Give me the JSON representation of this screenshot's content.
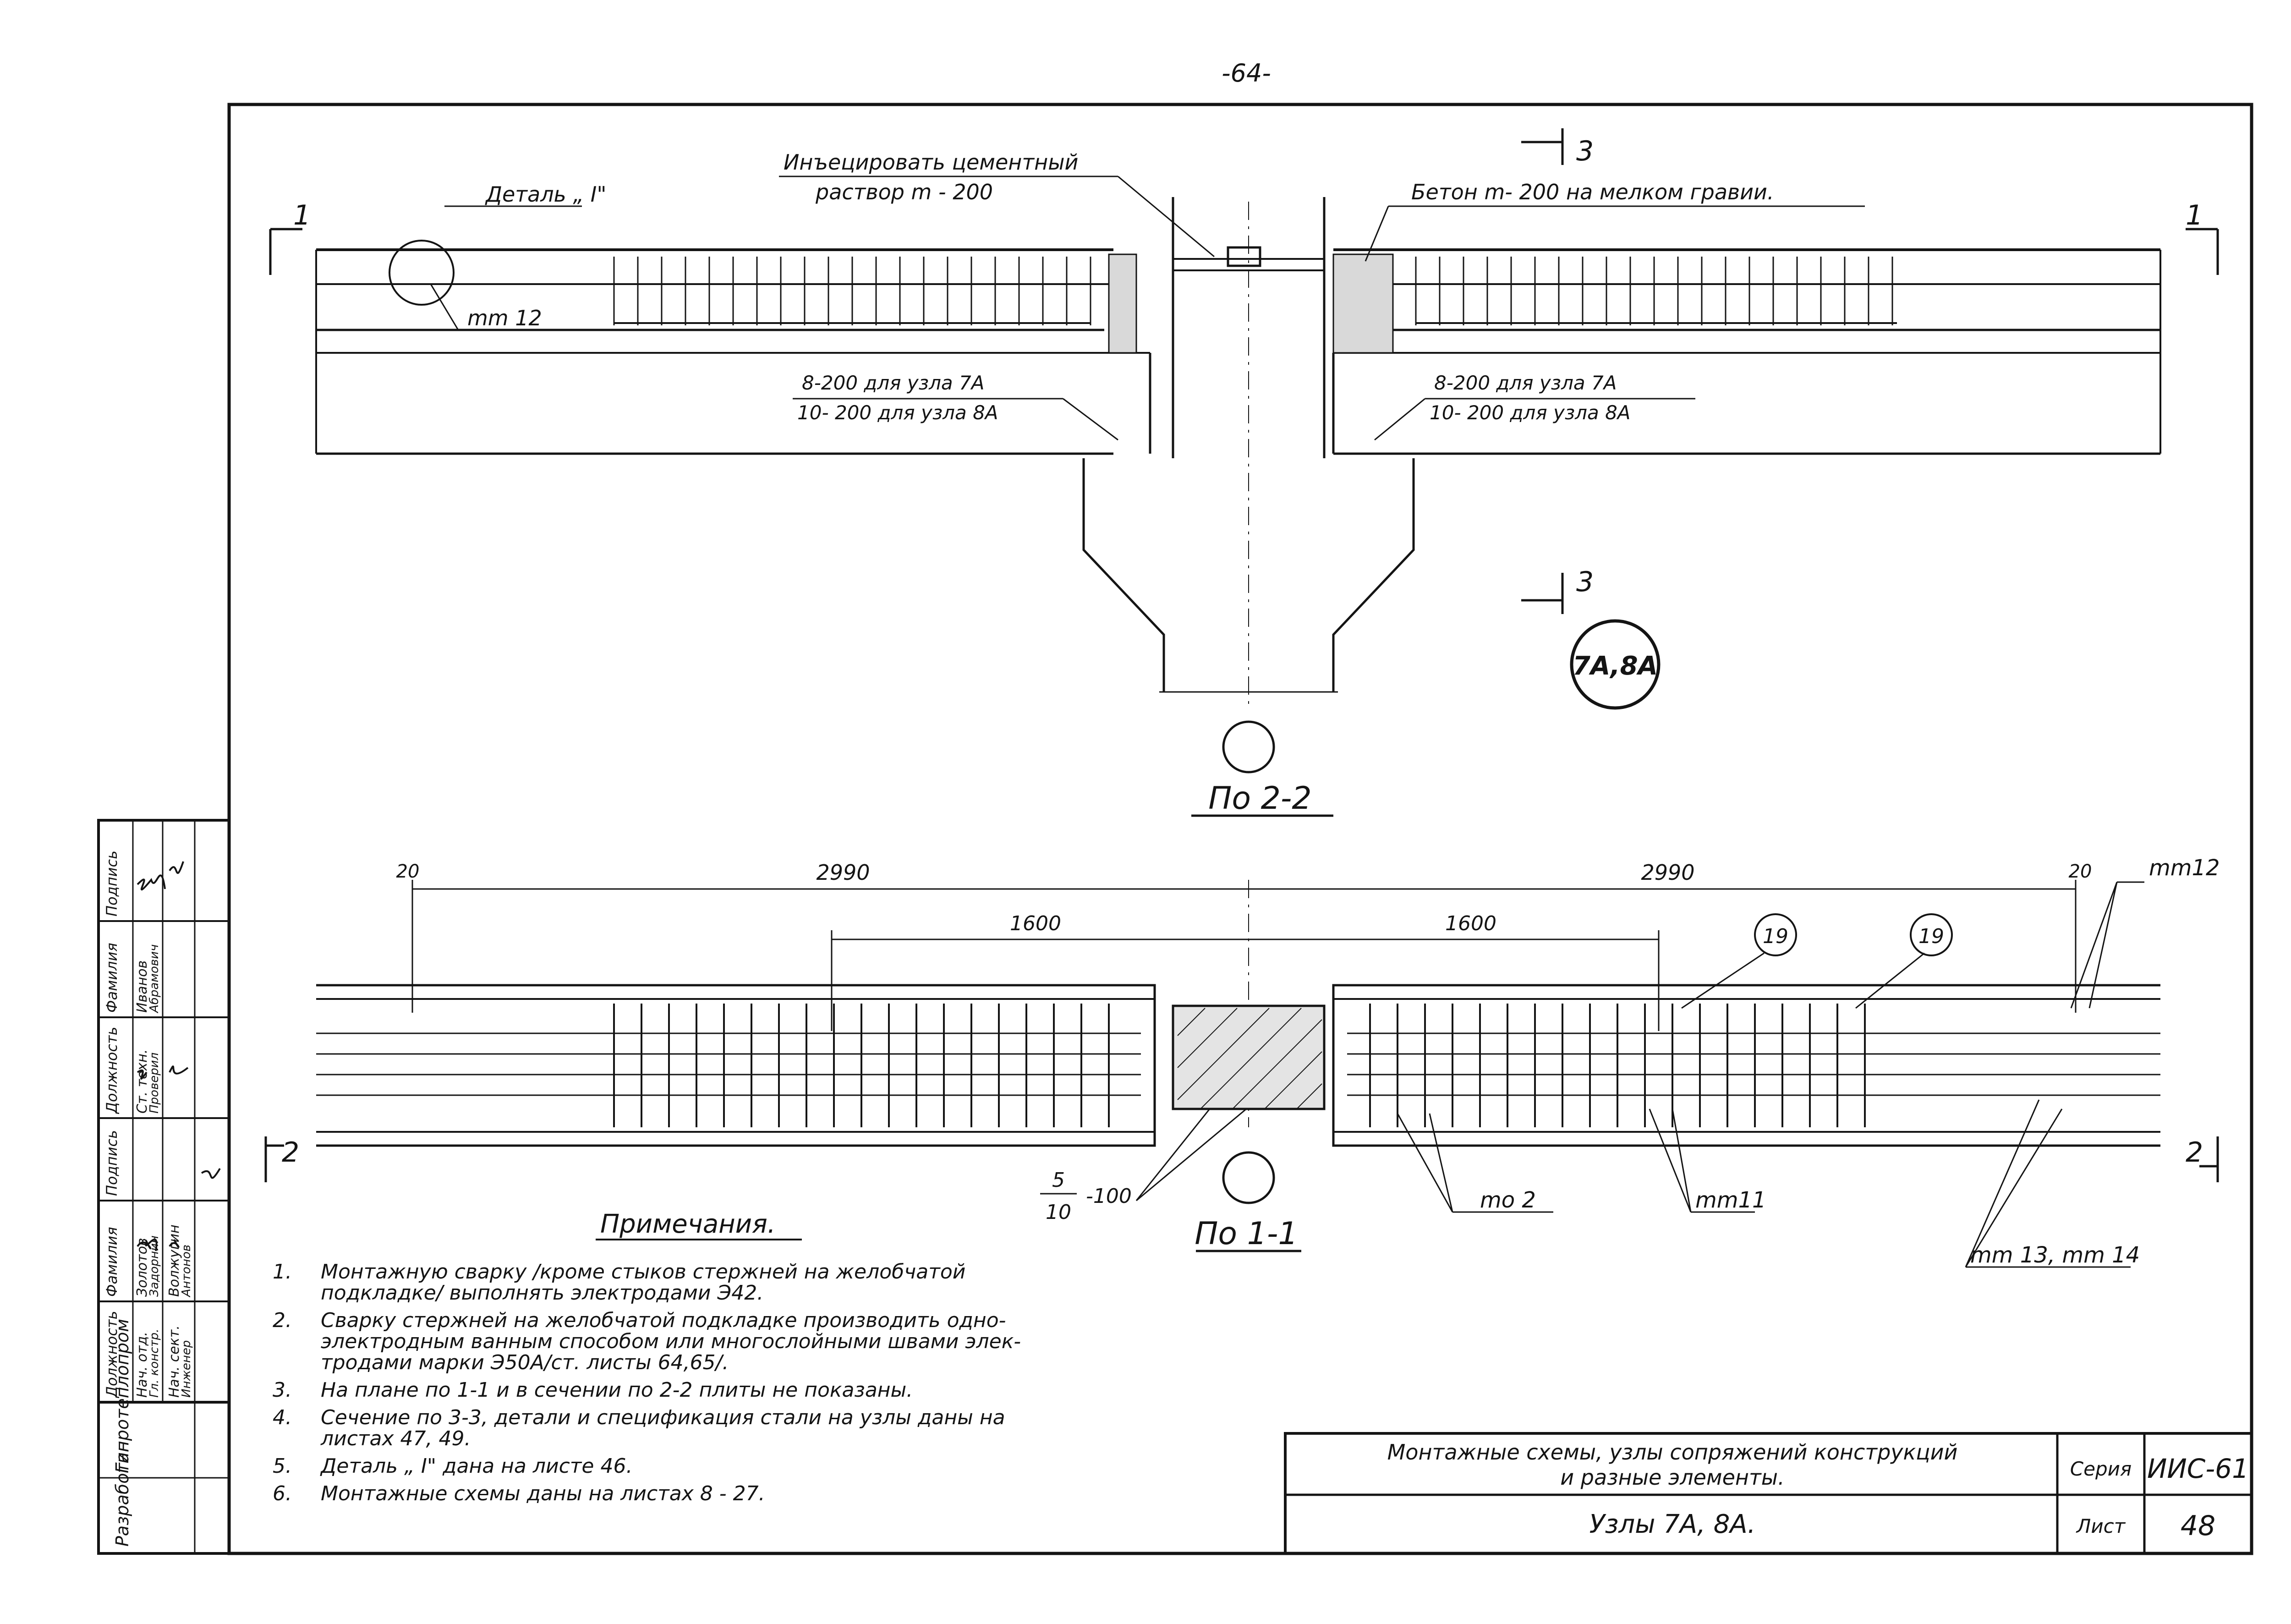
{
  "page_number": "-64-",
  "section_22": {
    "title": "По 2-2",
    "label_inject": [
      "Инъецировать цементный",
      "раствор m - 200"
    ],
    "label_concrete": "Бетон m- 200 на мелком гравии.",
    "label_detail": "Деталь „ I\"",
    "label_mt12": "mm 12",
    "left_note": [
      "8-200 для узла 7А",
      "10- 200 для узла 8А"
    ],
    "right_note": [
      "8-200 для узла 7А",
      "10- 200 для узла 8А"
    ],
    "cut_mark_1": "1",
    "cut_mark_3": "3",
    "node_badge": "7А,8А"
  },
  "plan_11": {
    "title": "По 1-1",
    "dim_total_left": "2990",
    "dim_total_right": "2990",
    "dim_inner_left": "1600",
    "dim_inner_right": "1600",
    "dim_edge_left": "20",
    "dim_edge_right": "20",
    "cut_mark_2": "2",
    "callout_19": "19",
    "label_mm12": "mm12",
    "label_rebar": [
      "5",
      "10",
      "-100"
    ],
    "label_mo2": "mo 2",
    "label_mm11": "mm11",
    "label_mm13": "mm 13, mm 14"
  },
  "notes": {
    "heading": "Примечания.",
    "items": [
      {
        "n": "1.",
        "lines": [
          "Монтажную сварку /кроме стыков стержней на желобчатой",
          "подкладке/ выполнять электродами Э42."
        ]
      },
      {
        "n": "2.",
        "lines": [
          "Сварку стержней на желобчатой подкладке производить одно-",
          "электродным ванным способом или многослойными швами элек-",
          "тродами марки Э50А/ст. листы 64,65/."
        ]
      },
      {
        "n": "3.",
        "lines": [
          "На плане по 1-1 и в сечении по 2-2 плиты не показаны."
        ]
      },
      {
        "n": "4.",
        "lines": [
          "Сечение по 3-3, детали и спецификация стали на узлы даны на",
          "листах 47, 49."
        ]
      },
      {
        "n": "5.",
        "lines": [
          "Деталь „ I\" дана на листе 46."
        ]
      },
      {
        "n": "6.",
        "lines": [
          "Монтажные схемы даны на листах 8 - 27."
        ]
      }
    ]
  },
  "title_block": {
    "project": [
      "Монтажные схемы, узлы сопряжений конструкций",
      "и разные элементы."
    ],
    "sheet_title": "Узлы 7А, 8А.",
    "series_label": "Серия",
    "series_value": "ИИС-61",
    "sheet_label": "Лист",
    "sheet_value": "48"
  },
  "stamp": {
    "group_1": "Разработан",
    "group_2": "Гипротеплопром",
    "header": [
      "Должность",
      "Фамилия",
      "Подпись",
      "Должность",
      "Фамилия",
      "Подпись"
    ],
    "col1_roles": [
      "Нач. отд.",
      "Гл. констр."
    ],
    "col1_names": [
      "Золотов",
      "Задорнин"
    ],
    "col2_roles": [
      "Нач. сект.",
      "Инженер"
    ],
    "col2_names": [
      "Волжугин",
      "Антонов"
    ],
    "col3_roles": [
      "Ст. техн.",
      "Проверил"
    ],
    "col3_names": [
      "Иванов",
      "Абрамович"
    ]
  }
}
